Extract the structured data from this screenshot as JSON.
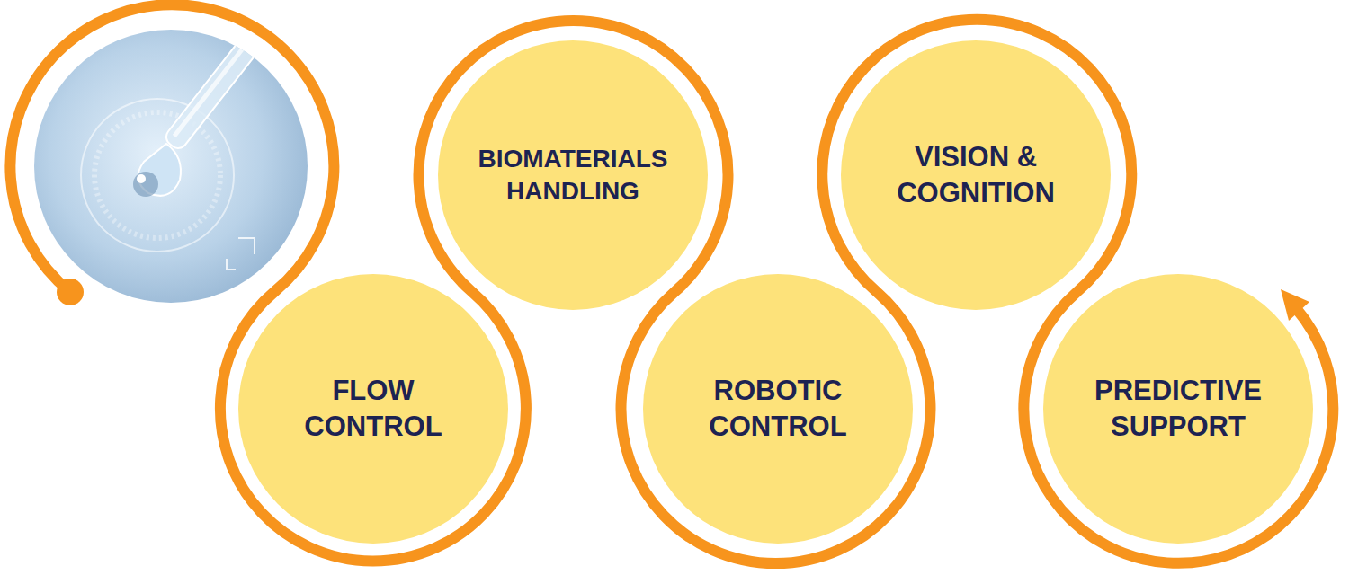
{
  "diagram": {
    "nodes": [
      {
        "text": [
          "FLOW CONTROL"
        ]
      },
      {
        "text": [
          "BIOMATERIALS HANDLING"
        ]
      },
      {
        "text": [
          "ROBOTIC CONTROL"
        ]
      },
      {
        "text": [
          "VISION & COGNITION"
        ]
      },
      {
        "text": [
          "PREDICTIVE SUPPORT"
        ]
      }
    ]
  }
}
